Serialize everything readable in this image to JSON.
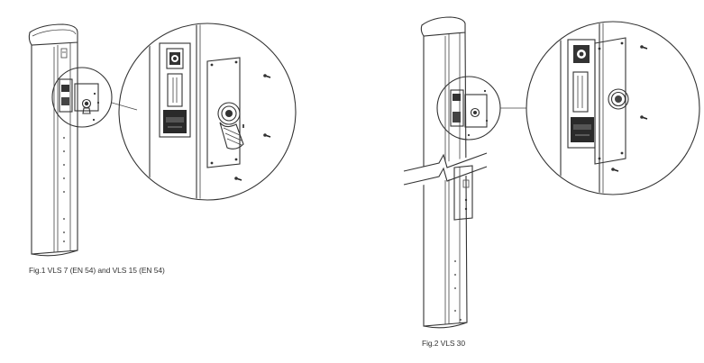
{
  "figures": [
    {
      "id": "fig1",
      "caption": "Fig.1  VLS 7 (EN 54) and VLS 15 (EN 54)"
    },
    {
      "id": "fig2",
      "caption": "Fig.2  VLS 30"
    }
  ],
  "colors": {
    "line": "#333333",
    "fill": "#ffffff",
    "shade": "#e9e9e9",
    "dark": "#222222"
  },
  "icons": [
    "cable-gland-icon",
    "screw-icon",
    "terminal-block-icon",
    "cover-plate-icon"
  ]
}
